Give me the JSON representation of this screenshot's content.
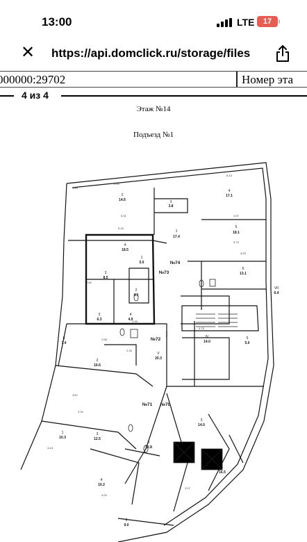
{
  "status_bar": {
    "time": "13:00",
    "network": "LTE",
    "battery": "17"
  },
  "browser": {
    "close_icon": "close-icon",
    "url": "https://api.domclick.ru/storage/files",
    "share_icon": "share-icon"
  },
  "document": {
    "header_left": "000000:29702",
    "header_right": "Номер эта",
    "page_indicator": "4 из 4",
    "floor_title": "Этаж №14",
    "entrance_title": "Подъезд №1"
  },
  "plan_labels": {
    "rooms": [
      {
        "num": "2",
        "area": "14.6"
      },
      {
        "num": "3",
        "area": "3.8"
      },
      {
        "num": "4",
        "area": "17.1"
      },
      {
        "num": "4",
        "area": "18.5"
      },
      {
        "num": "1",
        "area": "17.4"
      },
      {
        "num": "5",
        "area": "18.1"
      },
      {
        "num": "6",
        "area": "13.1"
      },
      {
        "num": "3",
        "area": "8.5"
      },
      {
        "num": "1",
        "area": "5.0"
      },
      {
        "num": "2",
        "area": "4.1"
      },
      {
        "num": "3",
        "area": "6.3"
      },
      {
        "num": "4",
        "area": "4.9"
      },
      {
        "num": "6",
        "area": "7.4"
      },
      {
        "num": "V",
        "area": "20.3"
      },
      {
        "num": "IV",
        "area": "14.0"
      },
      {
        "num": "5",
        "area": "5.0"
      },
      {
        "num": "2",
        "area": "16.6"
      },
      {
        "num": "1",
        "area": "10.3"
      },
      {
        "num": "3",
        "area": "12.5"
      },
      {
        "num": "5",
        "area": "12.8"
      },
      {
        "num": "4",
        "area": "10.2"
      },
      {
        "num": "3",
        "area": "14.0"
      },
      {
        "num": "1",
        "area": "16.5"
      },
      {
        "num": "2",
        "area": "9.0"
      },
      {
        "num": "VII",
        "area": "6.4"
      }
    ],
    "apartments": [
      "№74",
      "№73",
      "№72",
      "№71",
      "№70"
    ]
  }
}
